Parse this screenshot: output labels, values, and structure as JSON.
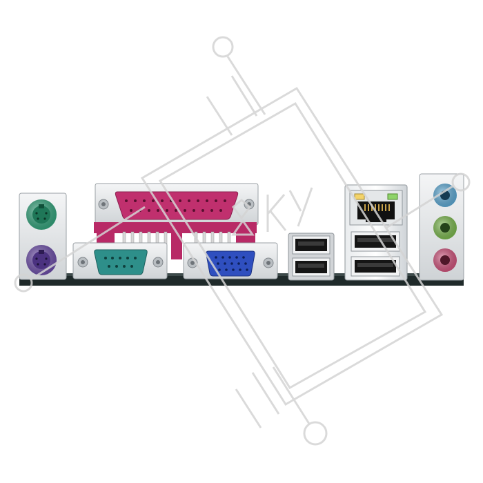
{
  "caption": "",
  "colors": {
    "background": "#ffffff",
    "pcb": "#1f2a2a",
    "shield": "#e6e8ea",
    "ps2_mouse": "#2fa37a",
    "ps2_keyboard": "#6a4aa8",
    "parallel": "#c0306e",
    "serial": "#2e8f8a",
    "vga": "#2f4fbf",
    "audio_line_in": "#5aa9d6",
    "audio_line_out": "#79b84a",
    "audio_mic": "#d0507a",
    "watermark_stroke": "#d4d4d4"
  },
  "ports": {
    "ps2": [
      "mouse",
      "keyboard"
    ],
    "video": "vga",
    "legacy": [
      "parallel",
      "serial"
    ],
    "usb_count": 4,
    "lan": "rj45",
    "audio_jacks": [
      "line-in",
      "line-out",
      "mic"
    ]
  },
  "watermark": {
    "kind": "logo",
    "text": "ВКУ"
  }
}
